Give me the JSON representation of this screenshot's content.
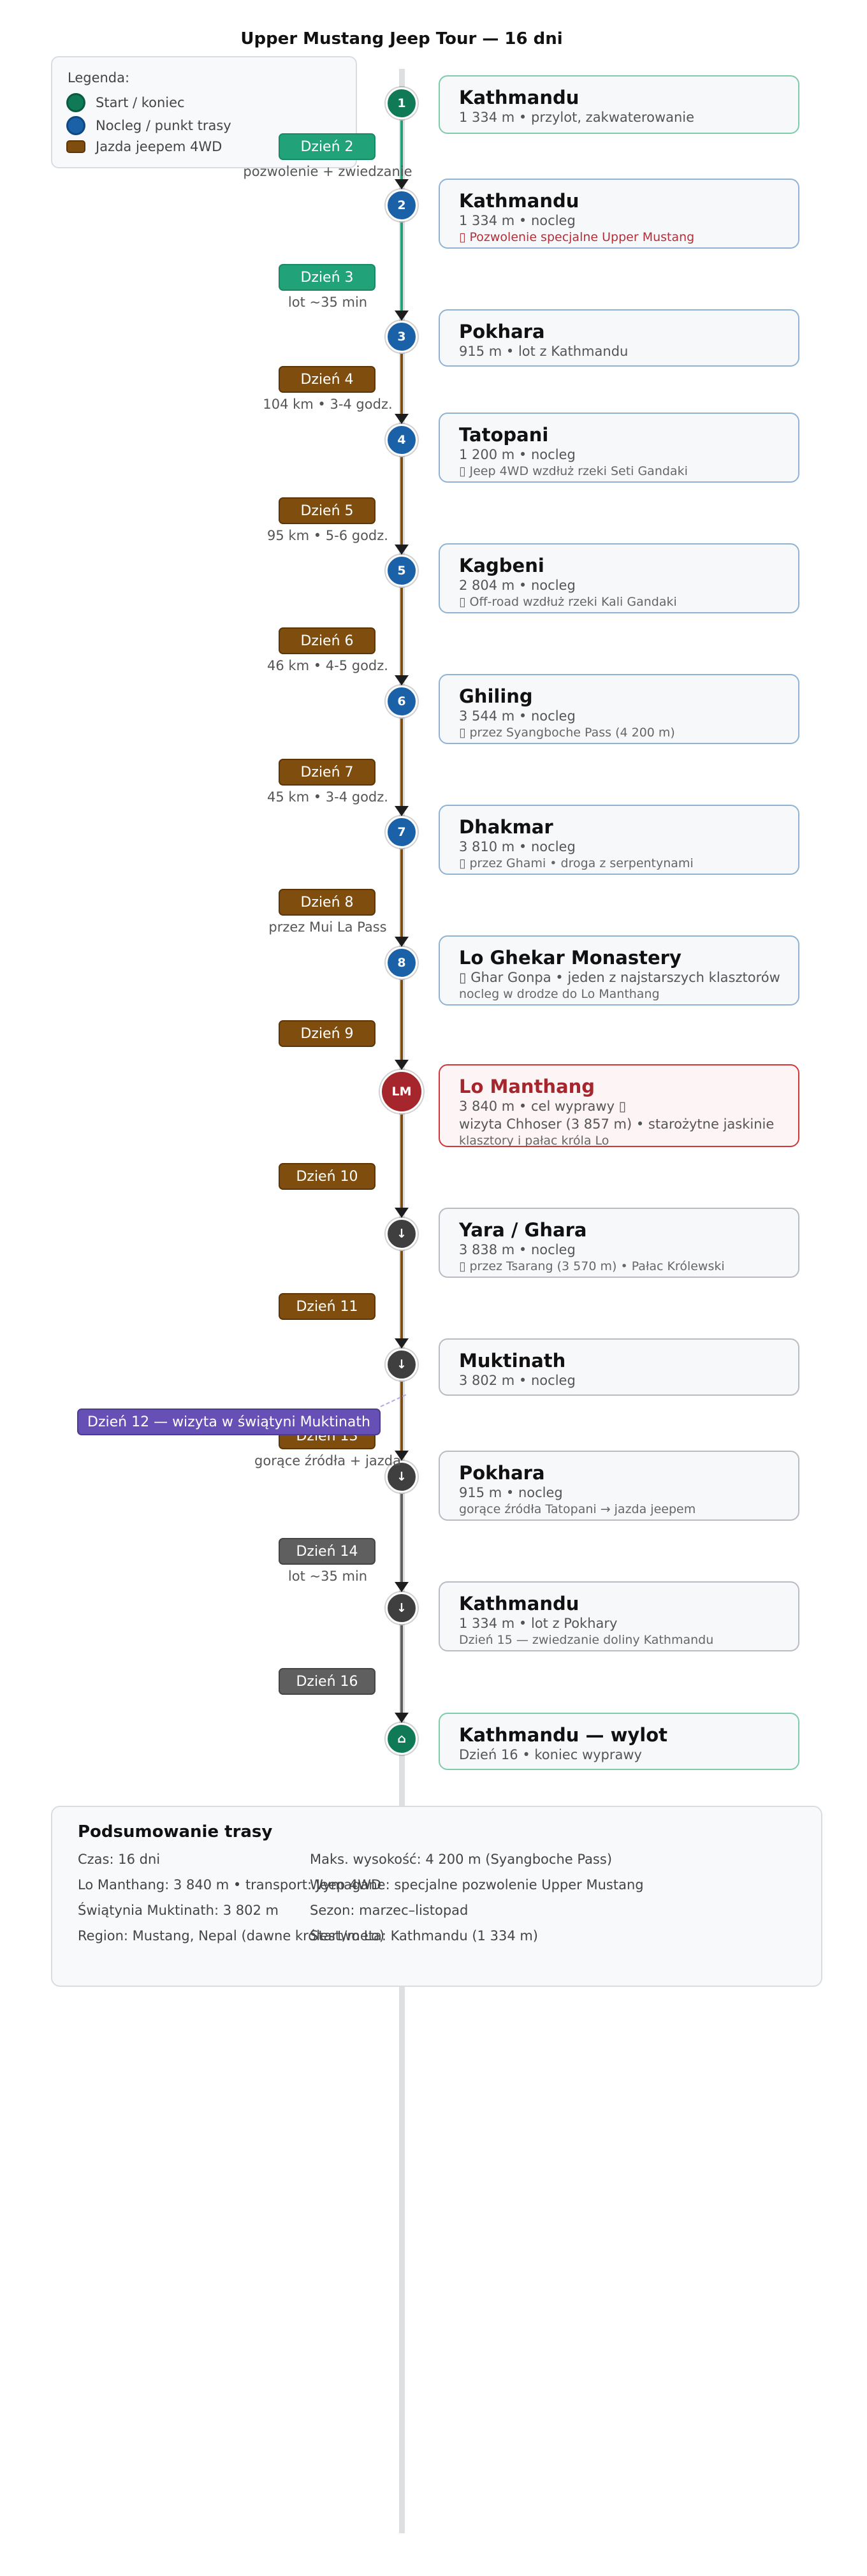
{
  "title": "Upper Mustang Jeep Tour — 16 dni",
  "legend": {
    "title": "Legenda:",
    "items": [
      {
        "label": "Start / koniec",
        "color": "#0f7a55"
      },
      {
        "label": "Nocleg / punkt trasy",
        "color": "#1a61a8"
      },
      {
        "label": "Jazda jeepem 4WD",
        "color": "#7f4e0f"
      }
    ]
  },
  "nodes": [
    {
      "label": "1"
    },
    {
      "label": "2"
    },
    {
      "label": "3"
    },
    {
      "label": "4"
    },
    {
      "label": "5"
    },
    {
      "label": "6"
    },
    {
      "label": "7"
    },
    {
      "label": "8"
    },
    {
      "label": "LM"
    },
    {
      "label": "↓"
    },
    {
      "label": "↓"
    },
    {
      "label": "↓"
    },
    {
      "label": "↓"
    },
    {
      "label": "⌂"
    }
  ],
  "days": [
    {
      "badge": "Dzień 2",
      "label": "pozwolenie + zwiedzanie"
    },
    {
      "badge": "Dzień 3",
      "label": "lot ~35 min"
    },
    {
      "badge": "Dzień 4",
      "label": "104 km • 3-4 godz."
    },
    {
      "badge": "Dzień 5",
      "label": "95 km • 5-6 godz."
    },
    {
      "badge": "Dzień 6",
      "label": "46 km • 4-5 godz."
    },
    {
      "badge": "Dzień 7",
      "label": "45 km • 3-4 godz."
    },
    {
      "badge": "Dzień 8",
      "label": "przez Mui La Pass"
    },
    {
      "badge": "Dzień 9",
      "label": ""
    },
    {
      "badge": "Dzień 10",
      "label": ""
    },
    {
      "badge": "Dzień 11",
      "label": ""
    },
    {
      "badge": "Dzień 13",
      "label": "gorące źródła + jazda"
    },
    {
      "badge": "Dzień 14",
      "label": "lot ~35 min"
    },
    {
      "badge": "Dzień 16",
      "label": ""
    }
  ],
  "side_trip": "Dzień 12 — wizyta w świątyni Muktinath",
  "cards": [
    {
      "title": "Kathmandu",
      "line": "1 334 m • przylot, zakwaterowanie",
      "note": ""
    },
    {
      "title": "Kathmandu",
      "line": "1 334 m • nocleg",
      "note": "▯ Pozwolenie specjalne Upper Mustang"
    },
    {
      "title": "Pokhara",
      "line": "915 m • lot z Kathmandu",
      "note": ""
    },
    {
      "title": "Tatopani",
      "line": "1 200 m • nocleg",
      "note": "▯ Jeep 4WD wzdłuż rzeki Seti Gandaki"
    },
    {
      "title": "Kagbeni",
      "line": "2 804 m • nocleg",
      "note": "▯ Off-road wzdłuż rzeki Kali Gandaki"
    },
    {
      "title": "Ghiling",
      "line": "3 544 m • nocleg",
      "note": "▯ przez Syangboche Pass (4 200 m)"
    },
    {
      "title": "Dhakmar",
      "line": "3 810 m • nocleg",
      "note": "▯ przez Ghami • droga z serpentynami"
    },
    {
      "title": "Lo Ghekar Monastery",
      "line": "▯ Ghar Gonpa • jeden z najstarszych klasztorów",
      "note": "nocleg w drodze do Lo Manthang"
    },
    {
      "title": "Lo Manthang",
      "line": "3 840 m • cel wyprawy ▯",
      "line2": "wizyta Chhoser (3 857 m) • starożytne jaskinie",
      "note": "klasztory i pałac króla Lo"
    },
    {
      "title": "Yara / Ghara",
      "line": "3 838 m • nocleg",
      "note": "▯ przez Tsarang (3 570 m) • Pałac Królewski"
    },
    {
      "title": "Muktinath",
      "line": "3 802 m • nocleg",
      "note": ""
    },
    {
      "title": "Pokhara",
      "line": "915 m • nocleg",
      "note": "gorące źródła Tatopani → jazda jeepem"
    },
    {
      "title": "Kathmandu",
      "line": "1 334 m • lot z Pokhary",
      "note": "Dzień 15 — zwiedzanie doliny Kathmandu"
    },
    {
      "title": "Kathmandu — wylot",
      "line": "Dzień 16 • koniec wyprawy",
      "note": ""
    }
  ],
  "summary": {
    "title": "Podsumowanie trasy",
    "left": [
      "Czas: 16 dni",
      "Lo Manthang: 3 840 m • transport: Jeep 4WD",
      "Świątynia Muktinath: 3 802 m",
      "Region: Mustang, Nepal (dawne królestwo Lo)"
    ],
    "right": [
      "Maks. wysokość: 4 200 m (Syangboche Pass)",
      "Wymagane: specjalne pozwolenie Upper Mustang",
      "Sezon: marzec–listopad",
      "Start/meta: Kathmandu (1 334 m)"
    ]
  },
  "colors": {
    "start": "#0f7a55",
    "stop": "#1a61a8",
    "jeep": "#7f4e0f",
    "flight": "#22a278",
    "highlight": "#a5262c",
    "return": "#3f3f3f",
    "side": "#6750b5"
  }
}
